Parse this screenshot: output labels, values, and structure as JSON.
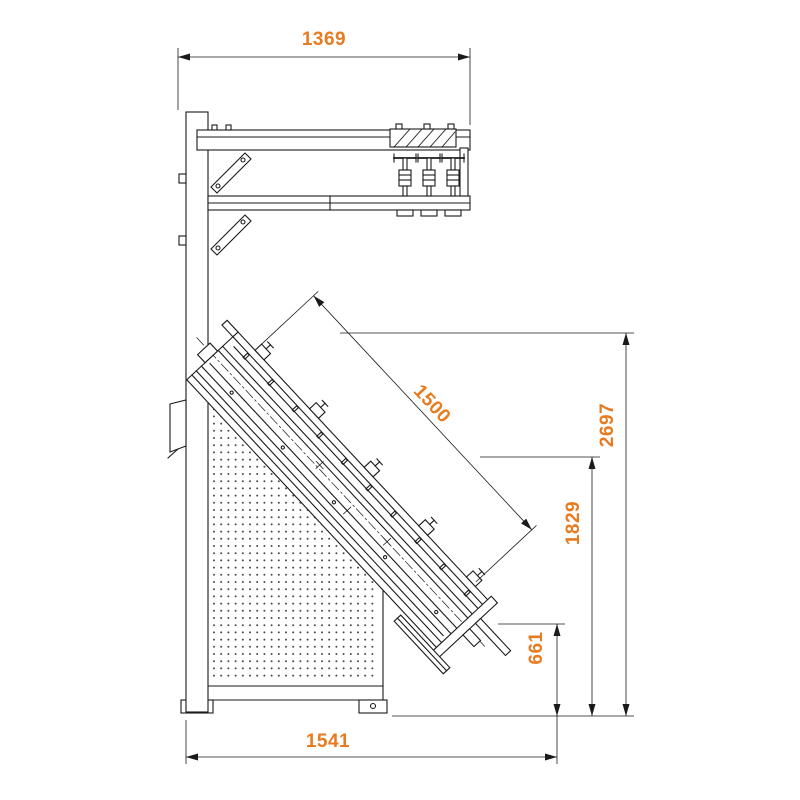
{
  "drawing": {
    "type": "technical-side-view",
    "dims": {
      "top_width": "1369",
      "incline_length": "1500",
      "overall_height": "2697",
      "upper_height": "1829",
      "lower_height": "661",
      "base_width": "1541"
    }
  },
  "colors": {
    "dimension_text": "#e87b20",
    "drawing_line": "#1a1a1a",
    "background": "#ffffff"
  }
}
